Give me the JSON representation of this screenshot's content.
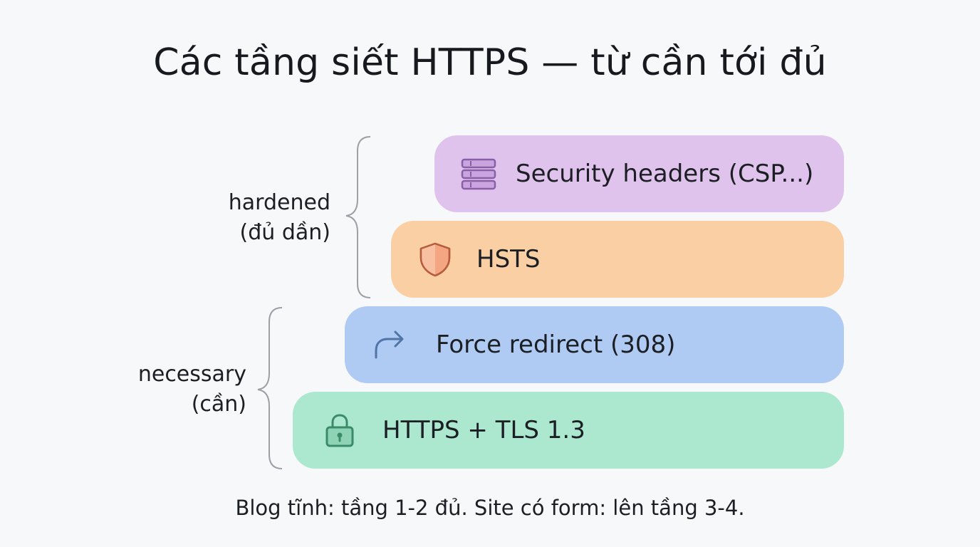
{
  "title": "Các tầng siết HTTPS — từ cần tới đủ",
  "layers": [
    {
      "level": 4,
      "label": "Security headers (CSP...)",
      "icon": "server-stack-icon",
      "color": "#dfc3ec"
    },
    {
      "level": 3,
      "label": "HSTS",
      "icon": "shield-icon",
      "color": "#f9cfa3"
    },
    {
      "level": 2,
      "label": "Force redirect (308)",
      "icon": "redirect-arrow-icon",
      "color": "#b0cbf3"
    },
    {
      "level": 1,
      "label": "HTTPS + TLS 1.3",
      "icon": "lock-icon",
      "color": "#abe8cf"
    }
  ],
  "groups": {
    "hardened": {
      "line1": "hardened",
      "line2": "(đủ dần)"
    },
    "necessary": {
      "line1": "necessary",
      "line2": "(cần)"
    }
  },
  "footer": "Blog tĩnh: tầng 1-2 đủ. Site có form: lên tầng 3-4."
}
